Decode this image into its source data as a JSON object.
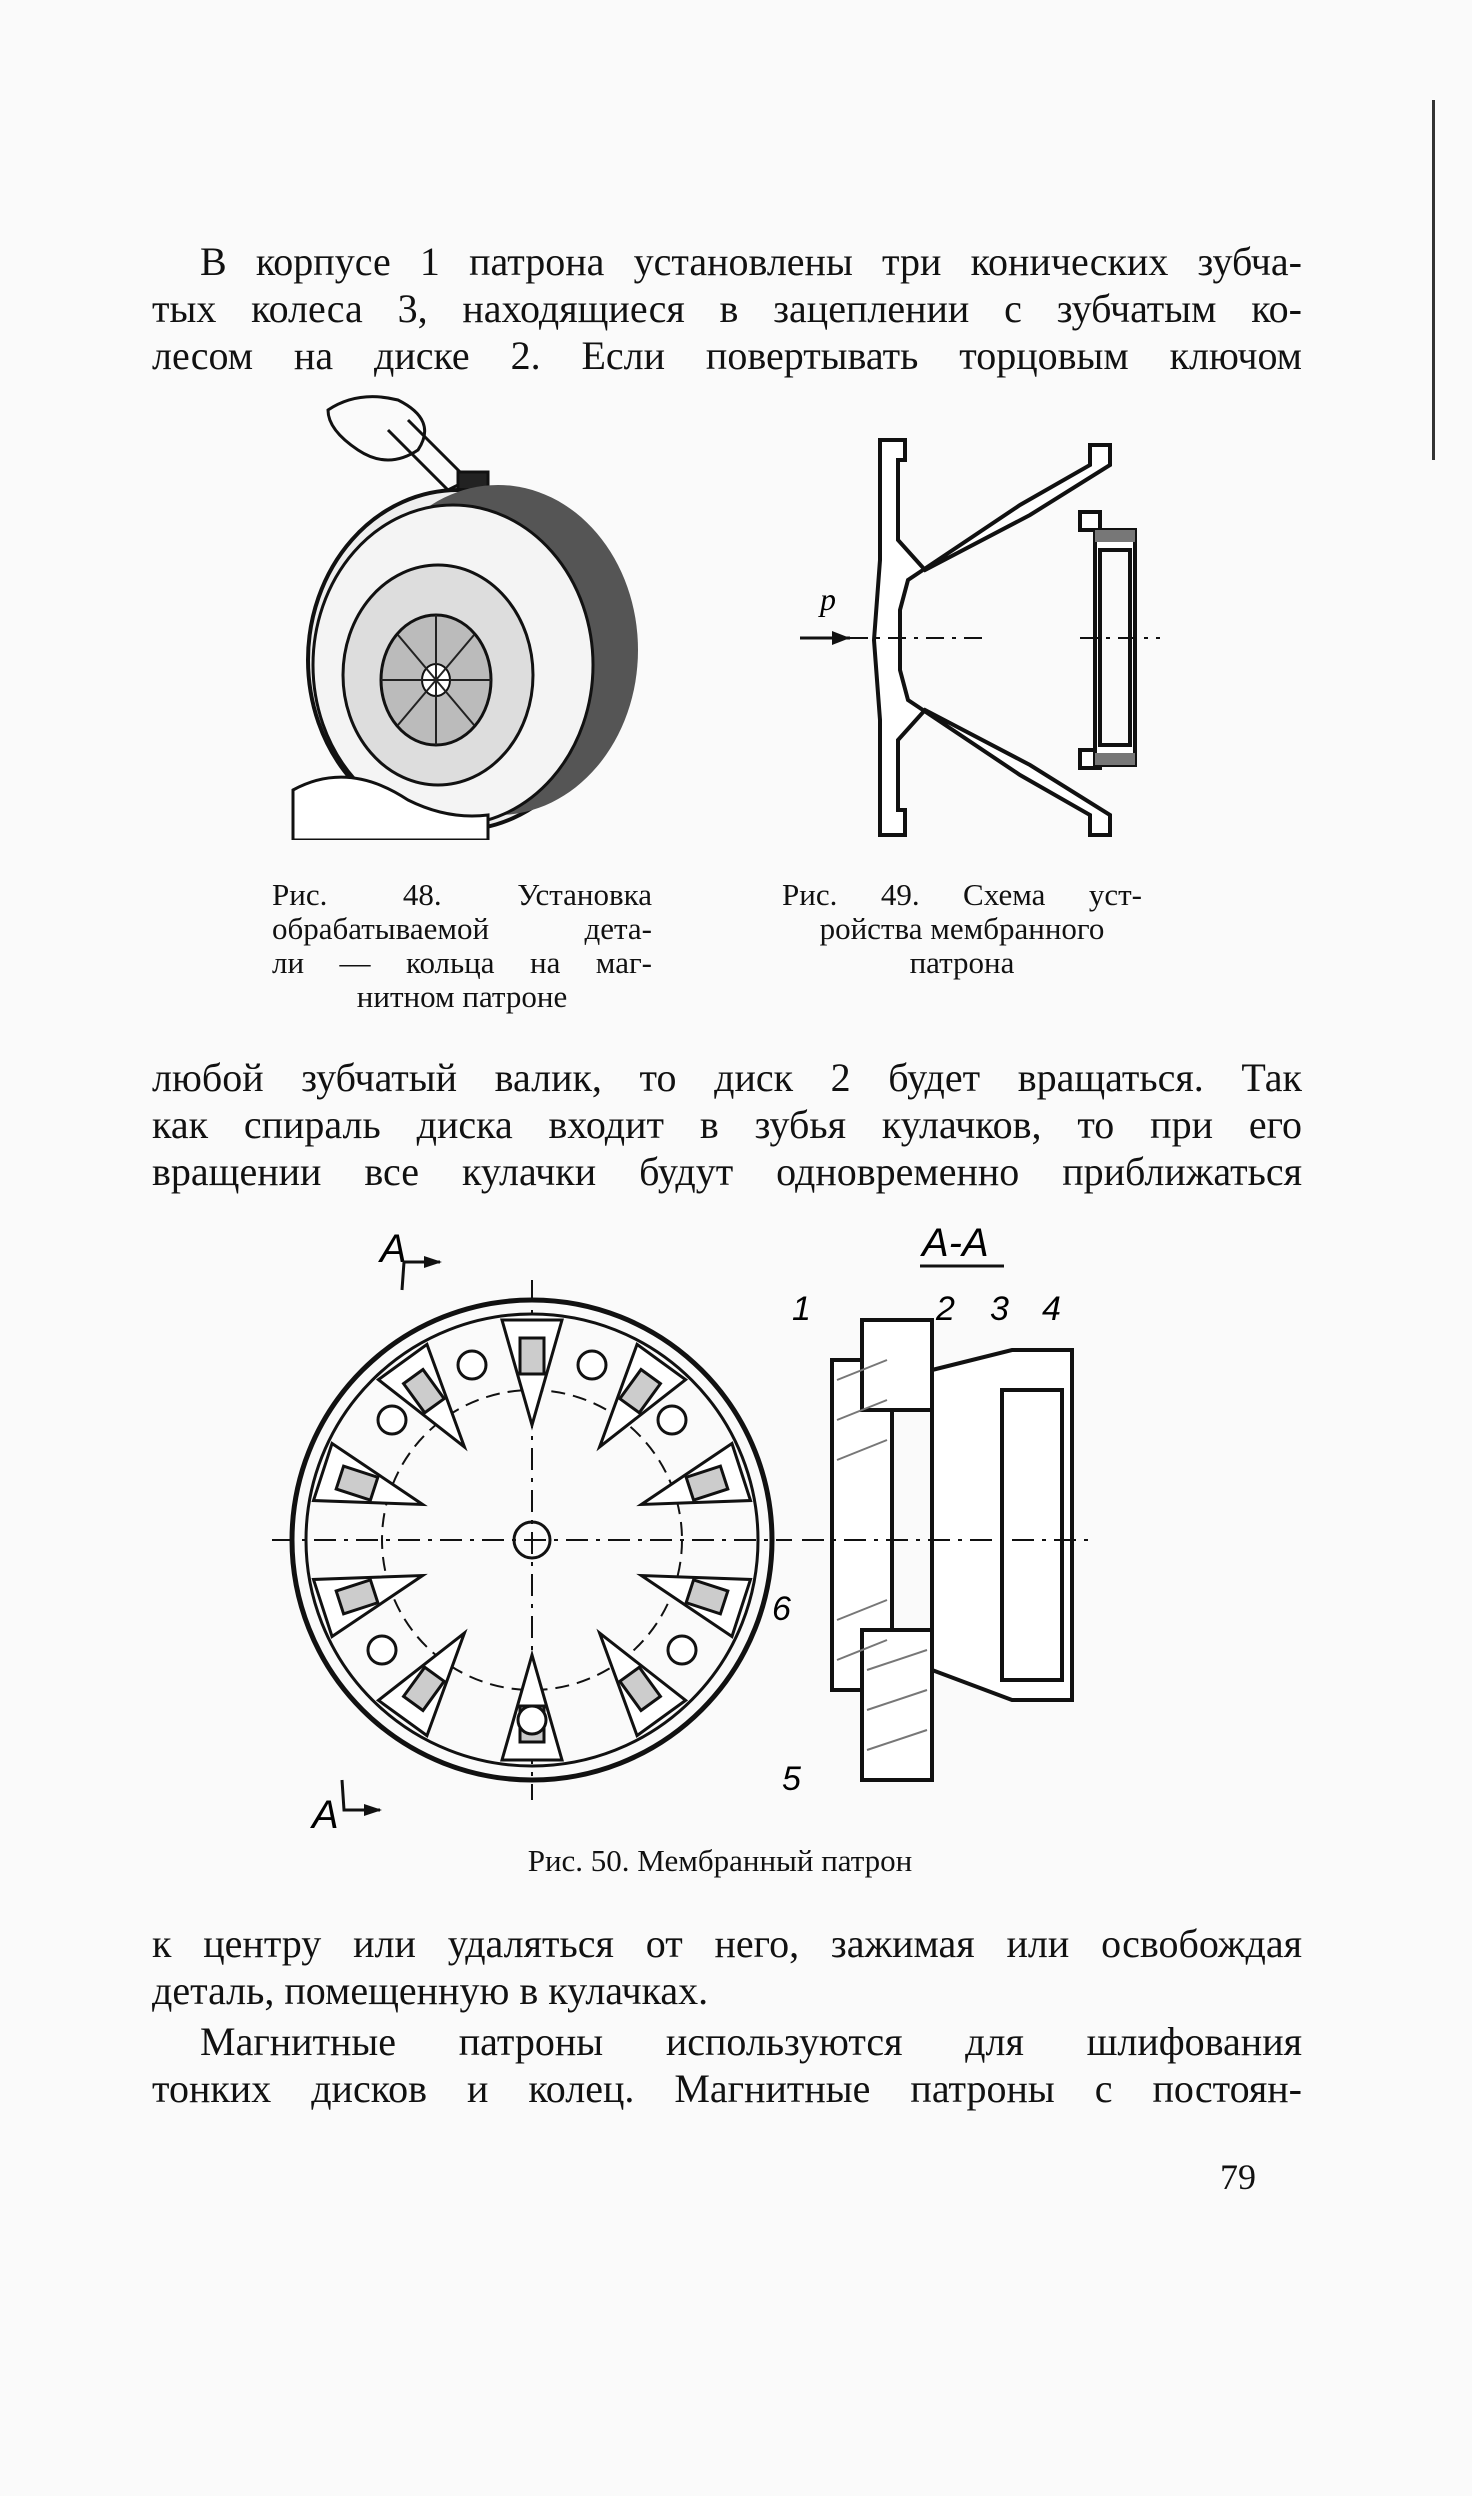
{
  "paragraphs": {
    "p1": [
      "В корпусе 1 патрона установлены три конических зубча-",
      "тых колеса 3, находящиеся в зацеплении с зубчатым ко-",
      "лесом на диске 2. Если повертывать торцовым ключом"
    ],
    "p2": [
      "любой зубчатый валик, то диск 2 будет вращаться. Так",
      "как спираль диска входит в зубья кулачков, то при его",
      "вращении все кулачки будут одновременно приближаться"
    ],
    "p3": [
      "к центру или удаляться от него, зажимая или освобождая",
      "деталь, помещенную в кулачках."
    ],
    "p4": [
      "Магнитные патроны используются для шлифования",
      "тонких дисков и колец. Магнитные патроны с постоян-"
    ]
  },
  "figures": {
    "fig48": {
      "caption": [
        "Рис. 48. Установка",
        "обрабатываемой дета-",
        "ли — кольца на маг-",
        "нитном патроне"
      ]
    },
    "fig49": {
      "label_p": "p",
      "caption": [
        "Рис. 49. Схема уст-",
        "ройства мембранного",
        "патрона"
      ]
    },
    "fig50": {
      "label_a_top": "А",
      "label_a_bottom": "А",
      "section_title": "А-А",
      "parts": [
        "1",
        "2",
        "3",
        "4",
        "5",
        "6"
      ],
      "caption": "Рис. 50. Мембранный патрон"
    }
  },
  "page_number": "79"
}
